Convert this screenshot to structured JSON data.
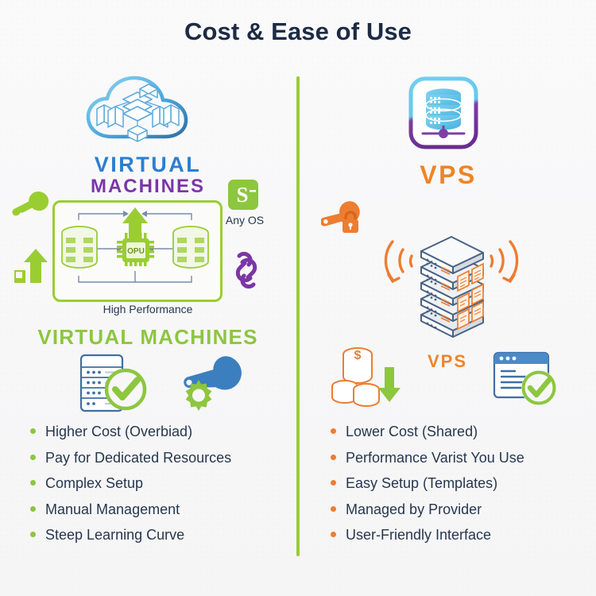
{
  "page": {
    "title": "Cost & Ease of Use",
    "background_color": "#f7f7f8",
    "divider_color": "#9acd32"
  },
  "colors": {
    "title": "#1d2b44",
    "green": "#8dc63f",
    "green_bright": "#9acd32",
    "orange": "#ed7d31",
    "orange_light": "#f0943a",
    "blue": "#3c7fbf",
    "blue_dark": "#4a6283",
    "purple": "#7b36a7",
    "cyan": "#5ec5e8",
    "text": "#27374e"
  },
  "left": {
    "logo_icon": "cloud-servers-icon",
    "logo_line1": "VIRTUAL",
    "logo_line2": "MACHINES",
    "side_icons": [
      {
        "name": "wrench-icon",
        "color": "#9acd32"
      },
      {
        "name": "growth-arrow-icon",
        "color": "#9acd32"
      },
      {
        "name": "any-os-icon",
        "color": "#8dc63f",
        "glyph": "S"
      },
      {
        "name": "chain-link-icon",
        "color": "#7b36a7"
      }
    ],
    "any_os_label": "Any OS",
    "diagram": {
      "chip_label": "OPU",
      "border_color": "#9acd32",
      "caption": "High Performance"
    },
    "section_heading": "VIRTUAL MACHINES",
    "feature_icons": [
      {
        "name": "server-check-icon"
      },
      {
        "name": "wrench-gear-icon"
      }
    ],
    "bullets": [
      "Higher Cost (Overbiad)",
      "Pay for Dedicated Resources",
      "Complex Setup",
      "Manual Management",
      "Steep Learning Curve"
    ]
  },
  "right": {
    "logo_icon": "vps-database-badge-icon",
    "logo_word": "VPS",
    "side_icons": [
      {
        "name": "wrench-lock-icon",
        "color": "#ed7d31"
      }
    ],
    "diagram": {
      "name": "server-rack-stack-icon",
      "signal_color": "#ed7d31"
    },
    "section_heading": "VPS",
    "feature_icons": [
      {
        "name": "coins-down-arrow-icon"
      },
      {
        "name": "browser-check-icon"
      }
    ],
    "bullets": [
      "Lower Cost (Shared)",
      "Performance Varist You Use",
      "Easy Setup (Templates)",
      "Managed by Provider",
      "User-Friendly Interface"
    ]
  }
}
